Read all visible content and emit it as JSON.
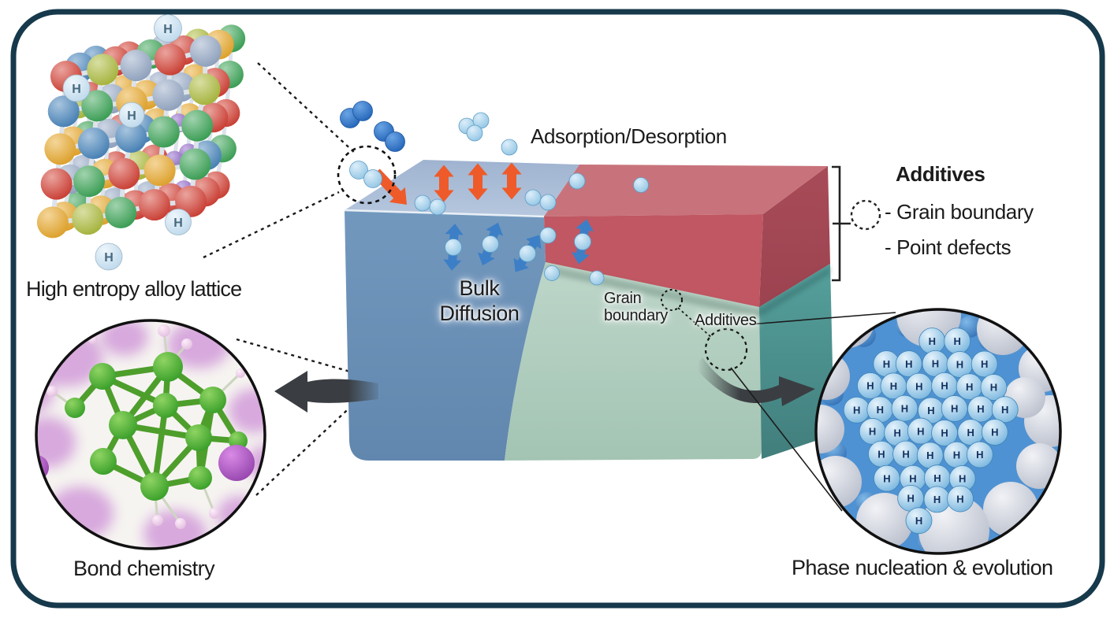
{
  "labels": {
    "adsorption": "Adsorption/Desorption",
    "bulk_line1": "Bulk",
    "bulk_line2": "Diffusion",
    "grain_line1": "Grain",
    "grain_line2": "boundary",
    "additives_on_block": "Additives",
    "high_entropy": "High entropy alloy lattice",
    "bond_chemistry": "Bond chemistry",
    "phase_nucleation": "Phase nucleation & evolution",
    "hydrogen_symbol": "H"
  },
  "legend": {
    "title": "Additives",
    "items": [
      {
        "label": "- Grain boundary"
      },
      {
        "label": "- Point defects"
      }
    ]
  },
  "colors": {
    "frame_border": "#16394b",
    "text": "#1b1b1b",
    "outline": "#1b1b1b",
    "block_top_light": "#b6c7de",
    "block_top_dark": "#9fb3d0",
    "block_front_light": "#7298be",
    "block_front_dark": "#6287ae",
    "grain_green_light": "#bdd6c9",
    "grain_green_dark": "#a3c4b3",
    "side_teal_light": "#55a09c",
    "side_teal_dark": "#417e7c",
    "red_top": "#c8737b",
    "red_front": "#c05763",
    "red_side_light": "#a84b58",
    "red_side_dark": "#9c4350",
    "orange_arrow": "#ef5a2a",
    "blue_arrow": "#3c7fc7",
    "thick_arrow": "#3a3e42",
    "h2_dark": [
      "#6aa4e4",
      "#1d5fb4"
    ],
    "h2_light": [
      "#dceefa",
      "#8cc2e2"
    ],
    "h_sphere": [
      "#eef6fc",
      "#b9d6ea"
    ],
    "phase_bg": "#4f92d3",
    "phase_gray": [
      "#f1f2f6",
      "#b5bbc9"
    ],
    "phase_blue_h": [
      "#e6f3fb",
      "#6fb0dc"
    ],
    "phase_blue_deep": [
      "#7fb8e8",
      "#2e6cb2"
    ],
    "lattice_palette": {
      "red": "#d03428",
      "blue": "#3d7eb8",
      "green": "#2f9e4c",
      "yellow": "#e7a31f",
      "slate": "#8fa3c2",
      "olive": "#a8b832",
      "purple": "#8a5ec6"
    },
    "bond_green": [
      "#8fd463",
      "#2f9922"
    ],
    "bond_line": "#4e9e2c",
    "purple_sphere": [
      "#d98ae6",
      "#8f3fa8"
    ],
    "pink_sphere": [
      "#fdeefa",
      "#e0b9dc"
    ],
    "purple_blob": "#b95fc9"
  }
}
